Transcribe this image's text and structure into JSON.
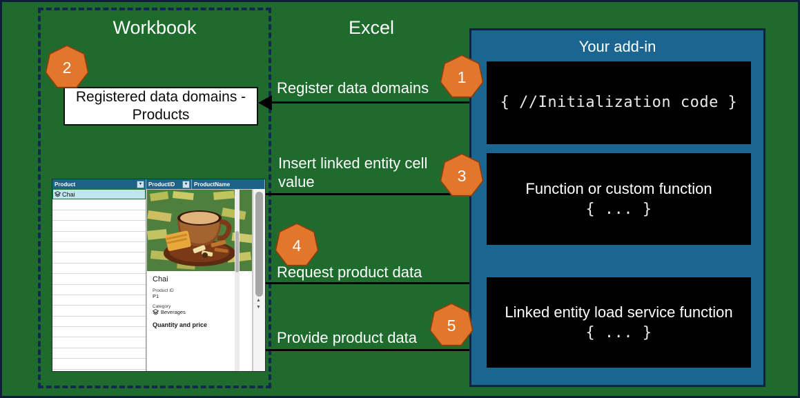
{
  "diagram": {
    "workbook_label": "Workbook",
    "excel_label": "Excel",
    "addin_label": "Your add-in",
    "registered_box": "Registered data domains - Products",
    "colors": {
      "background_green": "#1E6B2D",
      "addin_blue": "#1A6690",
      "badge_orange": "#E2762B",
      "outline_navy": "#12284C",
      "code_background": "#000000"
    }
  },
  "steps": [
    {
      "number": "1",
      "label": "Register data domains"
    },
    {
      "number": "2",
      "label": ""
    },
    {
      "number": "3",
      "label": "Insert linked entity cell value"
    },
    {
      "number": "4",
      "label": "Request product data"
    },
    {
      "number": "5",
      "label": "Provide product data"
    }
  ],
  "code_boxes": [
    {
      "line1": "",
      "line2": "{ //Initialization code }"
    },
    {
      "line1": "Function or custom function",
      "line2": "{ ... }"
    },
    {
      "line1": "Linked entity load service function",
      "line2": "{ ... }"
    }
  ],
  "excel": {
    "columns": [
      "Product",
      "ProductID",
      "ProductName"
    ],
    "selected_cell": "Chai",
    "card": {
      "title": "Chai",
      "fields": [
        {
          "key": "Product ID",
          "value": "P1"
        },
        {
          "key": "Category",
          "value": "Beverages"
        }
      ],
      "section": "Quantity and price"
    }
  }
}
